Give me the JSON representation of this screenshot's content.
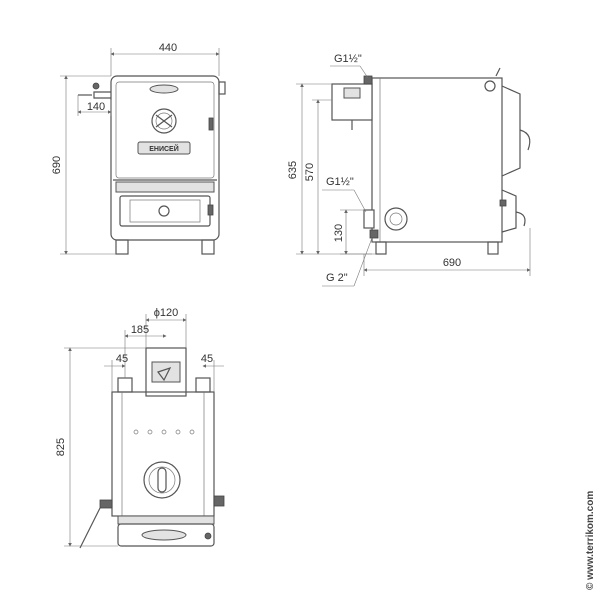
{
  "views": {
    "front": {
      "width_label": "440",
      "height_label": "690",
      "handle_offset_label": "140",
      "plate_text": "ЕНИСЕЙ"
    },
    "side": {
      "top_fitting_label": "G1½\"",
      "mid_fitting_label": "G1½\"",
      "bottom_fitting_label": "G 2\"",
      "height_outer_label": "635",
      "height_inner_label": "570",
      "fitting_height_label": "130",
      "depth_label": "690"
    },
    "rear": {
      "diameter_label": "ϕ120",
      "pipe_offset_label": "185",
      "left_gap_label": "45",
      "right_gap_label": "45",
      "height_label": "825"
    }
  },
  "watermark": "© www.terrikom.com"
}
